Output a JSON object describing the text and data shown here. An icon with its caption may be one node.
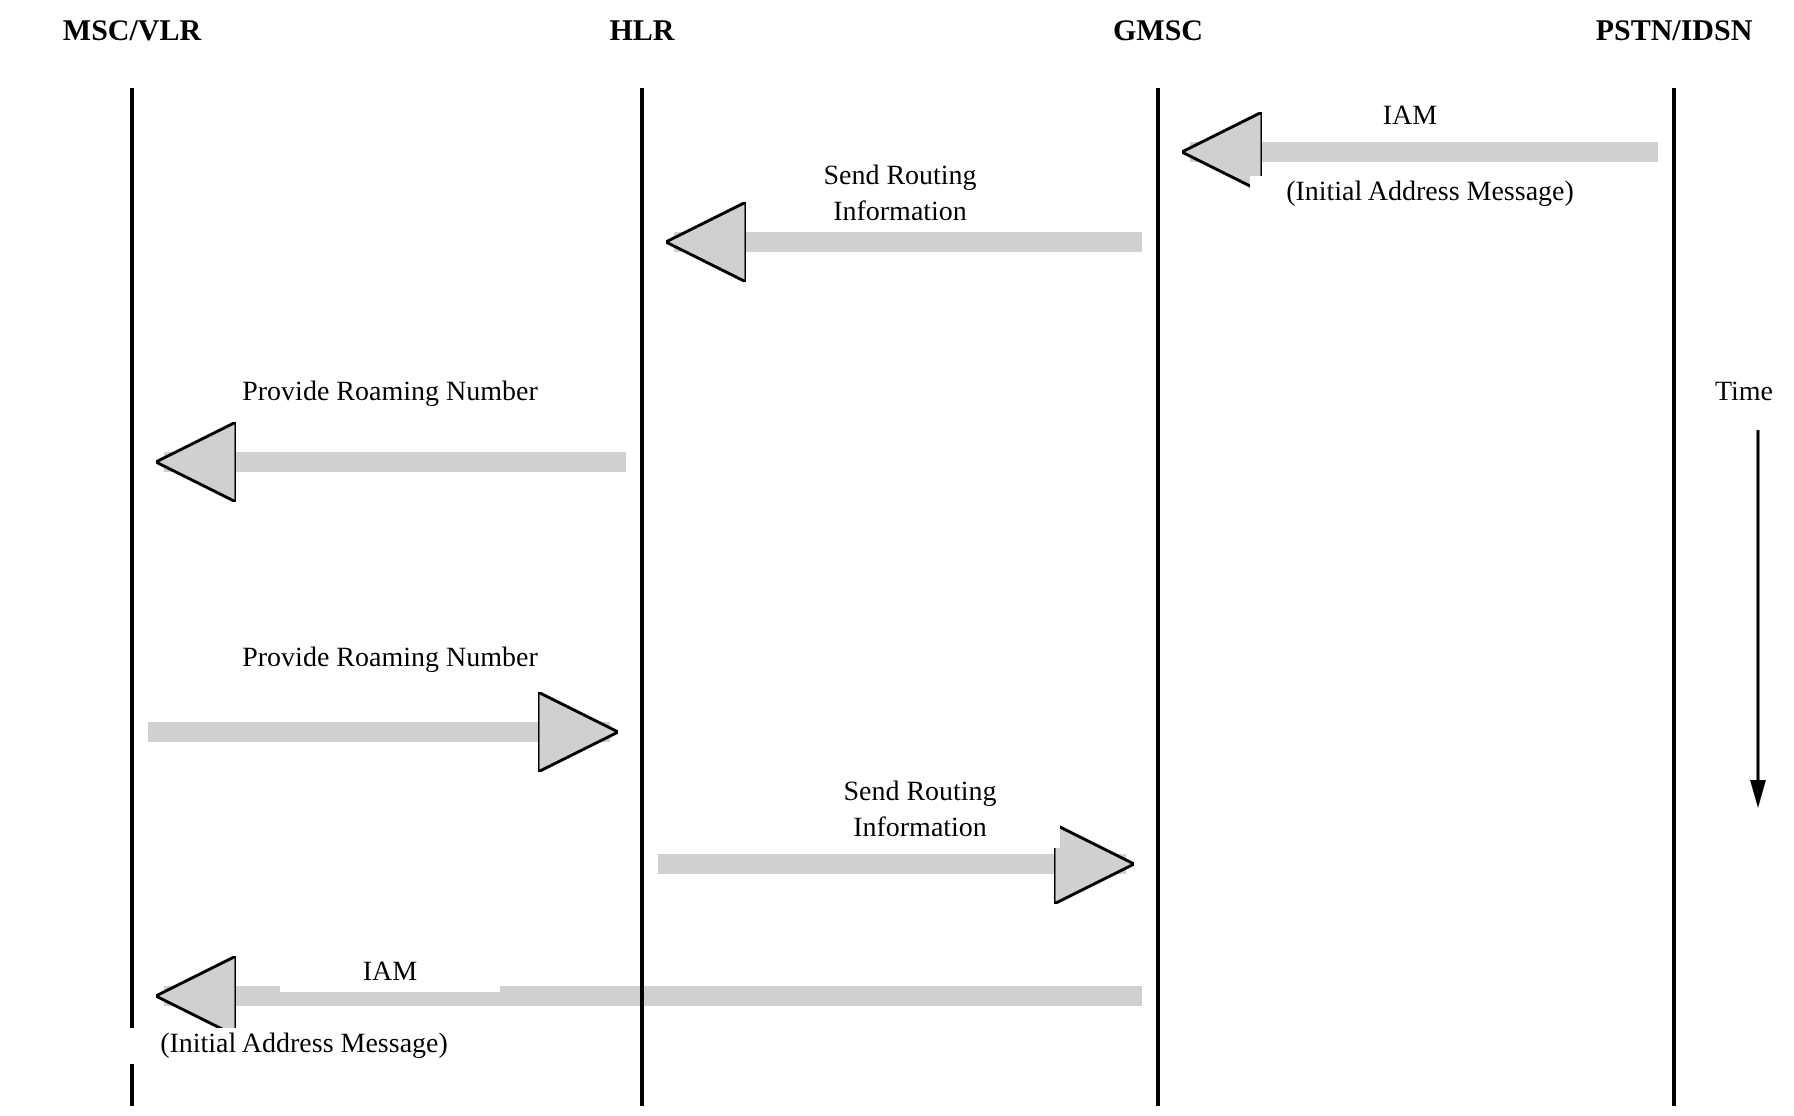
{
  "diagram": {
    "nodes": [
      {
        "text": [
          "MSC/VLR"
        ]
      },
      {
        "text": [
          "HLR"
        ]
      },
      {
        "text": [
          "GMSC"
        ]
      },
      {
        "text": [
          "PSTN/IDSN"
        ]
      }
    ],
    "edges": [
      {
        "from": 3,
        "to": 2,
        "arrow": "to",
        "label": "IAM"
      },
      {
        "from": 2,
        "to": 1,
        "arrow": "to",
        "label": "Send Routing Information"
      },
      {
        "from": 1,
        "to": 0,
        "arrow": "to",
        "label": "Provide Roaming Number"
      },
      {
        "from": 0,
        "to": 1,
        "arrow": "to",
        "label": "Provide Roaming Number"
      },
      {
        "from": 1,
        "to": 2,
        "arrow": "to",
        "label": "Send Routing Information"
      },
      {
        "from": 2,
        "to": 0,
        "arrow": "to",
        "label": "IAM"
      }
    ],
    "labels": [
      "(Initial Address Message)",
      "Time",
      "(Initial Address Message)"
    ]
  }
}
